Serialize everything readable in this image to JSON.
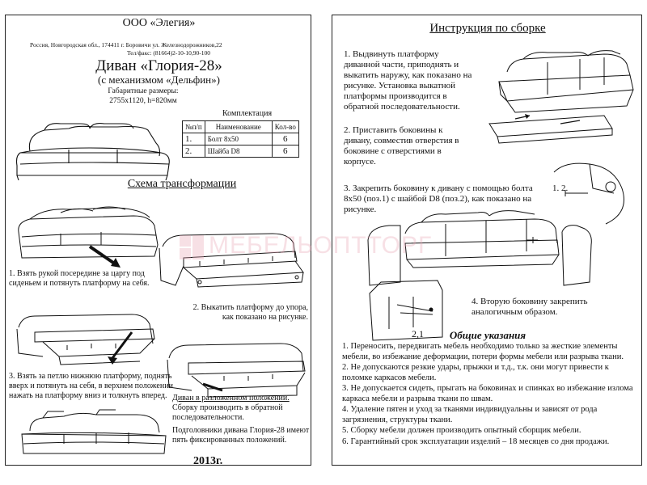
{
  "left": {
    "company": "ООО «Элегия»",
    "address": "Россия, Новгородская обл., 174411 г. Боровичи ул. Железнодорожников,22",
    "phone": "Тел/факс: (81664)2-10-10,90-100",
    "product_title": "Диван «Глория-28»",
    "mechanism": "(с механизмом «Дельфин»)",
    "dims_label": "Габаритные размеры:",
    "dims_value": "2755х1120, h=820мм",
    "kit": {
      "title": "Комплектация",
      "headers": [
        "№п/п",
        "Наименование",
        "Кол-во"
      ],
      "rows": [
        [
          "1.",
          "Болт 8х50",
          "6"
        ],
        [
          "2.",
          "Шайба D8",
          "6"
        ]
      ]
    },
    "transform_title": "Схема трансформации",
    "step1": "1. Взять рукой посередине за царгу под сиденьем и потянуть платформу на себя.",
    "step2": "2. Выкатить платформу до упора, как показано на рисунке.",
    "step3": "3. Взять за петлю нижнюю платформу, поднять вверх и потянуть на себя, в верхнем положении нажать на платформу вниз и толкнуть вперед.",
    "unfolded_title": "Диван в разложенном положении.",
    "unfolded_text": "Сборку производить в обратной последовательности.",
    "headrest_text": "Подголовники дивана Глория-28 имеют пять фиксированных положений.",
    "year": "2013г."
  },
  "right": {
    "title": "Инструкция по сборке",
    "step1": "1. Выдвинуть платформу диванной части, приподнять и выкатить наружу, как показано на рисунке. Установка выкатной платформы производится в обратной последовательности.",
    "step2": "2. Приставить боковины к дивану, совместив отверстия в боковине с отверстиями в корпусе.",
    "step3": "3. Закрепить боковину к дивану с помощью болта 8х50 (поз.1) с шайбой D8 (поз.2), как показано на рисунке.",
    "step4": "4. Вторую боковину закрепить аналогичным образом.",
    "callout_12": "1. 2.",
    "callout_21": "2,1",
    "general_title": "Общие указания",
    "general": [
      "1. Переносить, передвигать мебель необходимо только за жесткие элементы мебели, во избежание деформации, потери формы мебели или разрыва ткани.",
      "2. Не допускаются резкие удары, прыжки и т.д., т.к. они могут привести к поломке каркасов мебели.",
      "3. Не допускается сидеть, прыгать на боковинах и спинках во избежание излома каркаса мебели и разрыва ткани по швам.",
      "4. Удаление пятен и уход за тканями индивидуальны и зависят от рода загрязнения, структуры ткани.",
      "5. Сборку мебели должен производить опытный сборщик мебели.",
      "6. Гарантийный срок эксплуатации изделий – 18 месяцев со дня продажи."
    ]
  },
  "watermark": "МЕБЕЛЬОПТТОРГ",
  "colors": {
    "watermark": "#e9a7b7",
    "ink": "#111111"
  }
}
